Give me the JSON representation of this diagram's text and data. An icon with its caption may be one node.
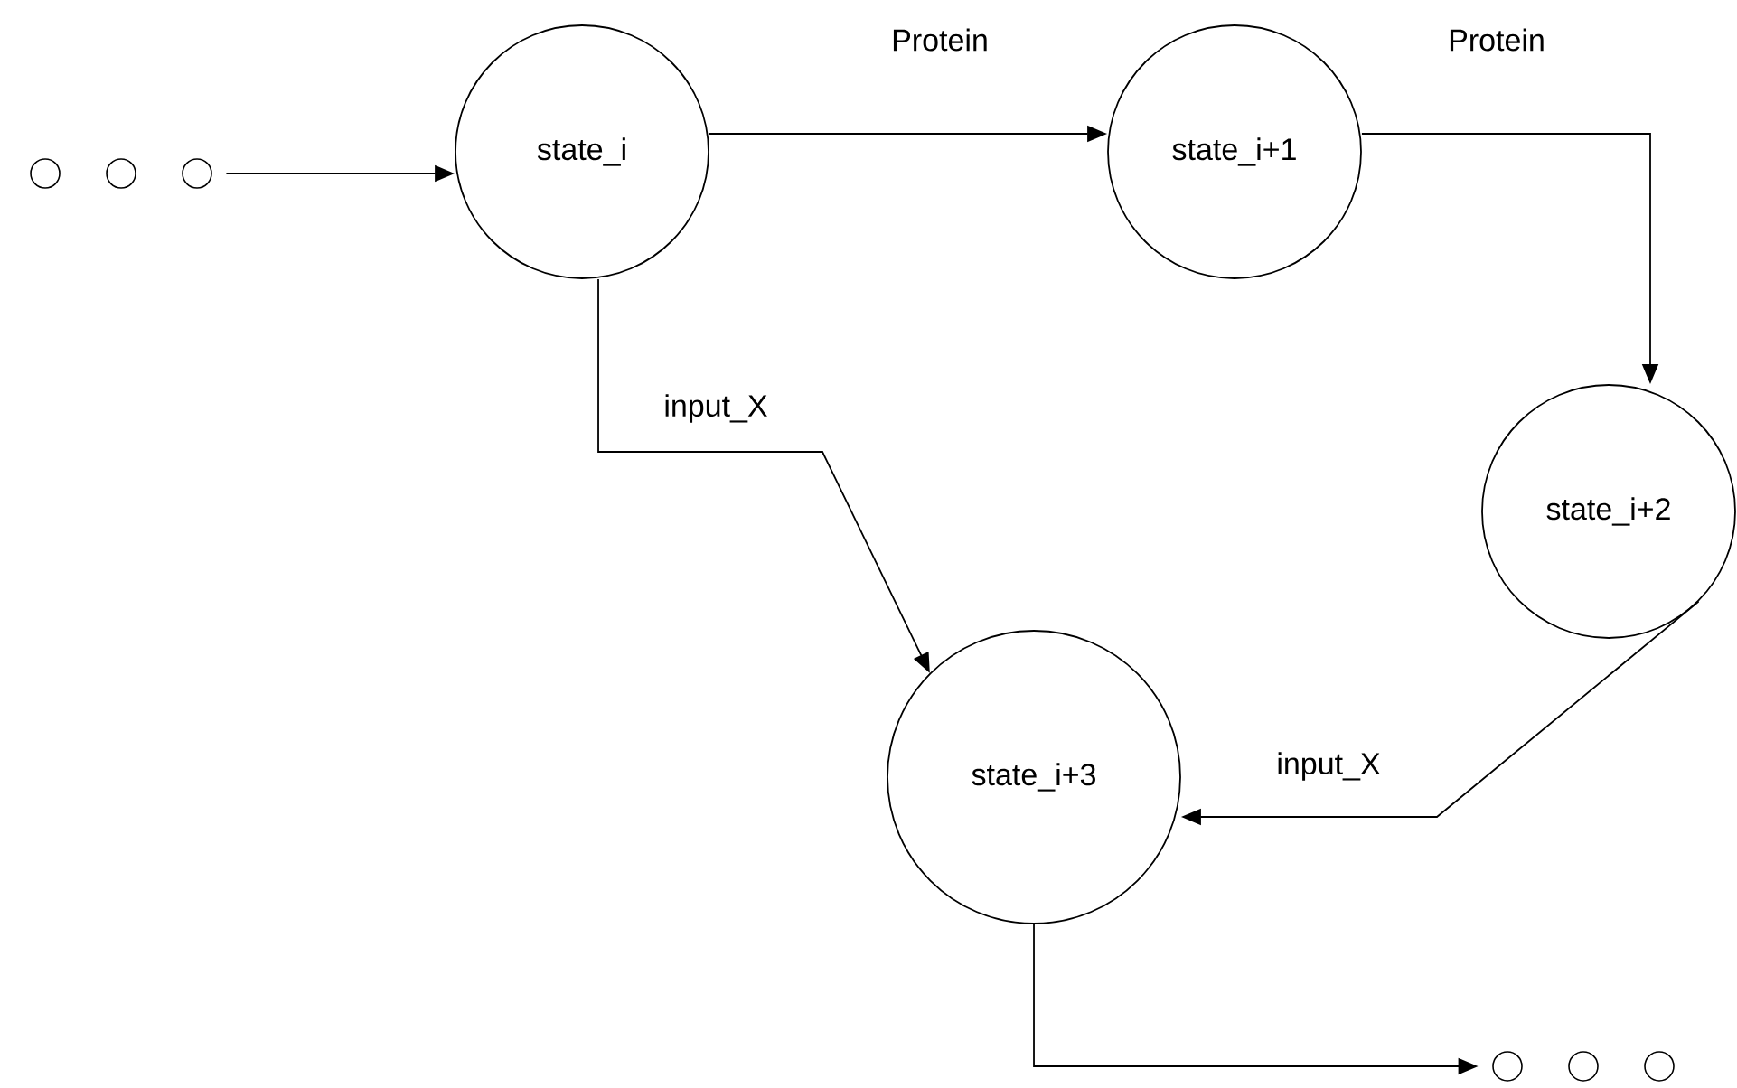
{
  "diagram": {
    "nodes": [
      {
        "text": [],
        "shape": "circle"
      },
      {
        "text": [
          "state_i"
        ]
      },
      {
        "text": [
          "state_i+1"
        ]
      },
      {
        "text": [
          "state_i+2"
        ]
      },
      {
        "text": [
          "state_i+3"
        ]
      },
      {
        "text": [],
        "shape": "circle"
      }
    ],
    "edges": [
      {
        "from": 0,
        "to": 1,
        "arrow": "to"
      },
      {
        "from": 1,
        "to": 2,
        "arrow": "to",
        "label": "Protein"
      },
      {
        "from": 2,
        "to": 3,
        "arrow": "to",
        "label": "Protein"
      },
      {
        "from": 1,
        "to": 4,
        "arrow": "to",
        "label": "input_X"
      },
      {
        "from": 3,
        "to": 4,
        "arrow": "to",
        "label": "input_X"
      },
      {
        "from": 4,
        "to": 5,
        "arrow": "to"
      }
    ]
  }
}
